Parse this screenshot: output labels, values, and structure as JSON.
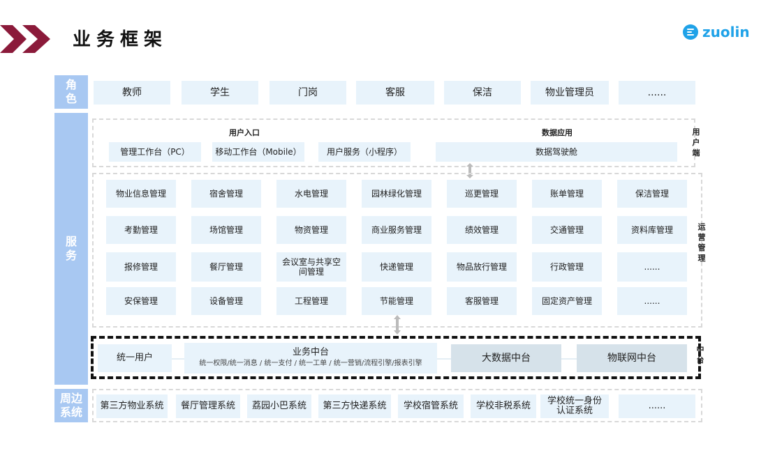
{
  "header": {
    "title": "业务框架",
    "logo_text": "zuolin"
  },
  "side_labels": {
    "roles": "角色",
    "services": "服务",
    "periphery": "周边系统"
  },
  "roles": [
    "教师",
    "学生",
    "门岗",
    "客服",
    "保洁",
    "物业管理员",
    "......"
  ],
  "user_end": {
    "section_label": "用户端",
    "entry_title": "用户入口",
    "entries": [
      "管理工作台（PC）",
      "移动工作台（Mobile）",
      "用户服务（小程序）"
    ],
    "data_title": "数据应用",
    "data_item": "数据驾驶舱"
  },
  "operations": {
    "section_label": "运营管理",
    "grid": [
      [
        "物业信息管理",
        "宿舍管理",
        "水电管理",
        "园林绿化管理",
        "巡更管理",
        "账单管理",
        "保洁管理"
      ],
      [
        "考勤管理",
        "场馆管理",
        "物资管理",
        "商业服务管理",
        "绩效管理",
        "交通管理",
        "资料库管理"
      ],
      [
        "报修管理",
        "餐厅管理",
        "会议室与共享空间管理",
        "快递管理",
        "物品放行管理",
        "行政管理",
        "......"
      ],
      [
        "安保管理",
        "设备管理",
        "工程管理",
        "节能管理",
        "客服管理",
        "固定资产管理",
        "......"
      ]
    ]
  },
  "middle": {
    "section_label": "中台",
    "unified_user": "统一用户",
    "business_title": "业务中台",
    "business_sub": "统一权限/统一消息 / 统一支付 / 统一工单 / 统一营销/流程引擎/报表引擎",
    "big_data": "大数据中台",
    "iot": "物联网中台"
  },
  "periphery": [
    "第三方物业系统",
    "餐厅管理系统",
    "荔园小巴系统",
    "第三方快递系统",
    "学校宿管系统",
    "学校非税系统",
    "学校统一身份认证系统",
    "......"
  ]
}
